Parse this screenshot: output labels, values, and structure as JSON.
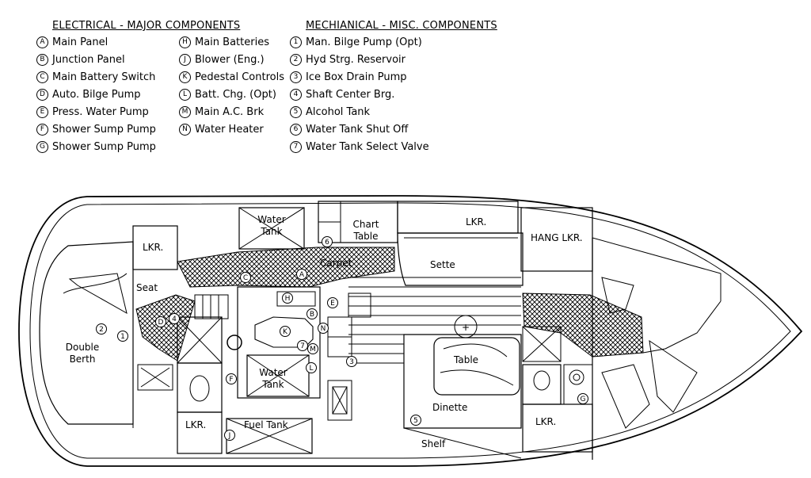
{
  "legend": {
    "electrical_title": "ELECTRICAL - MAJOR COMPONENTS",
    "mechanical_title": "MECHIANICAL - MISC. COMPONENTS",
    "electrical_col1": [
      {
        "code": "A",
        "label": "Main Panel"
      },
      {
        "code": "B",
        "label": "Junction Panel"
      },
      {
        "code": "C",
        "label": "Main Battery Switch"
      },
      {
        "code": "D",
        "label": "Auto. Bilge Pump"
      },
      {
        "code": "E",
        "label": "Press. Water Pump"
      },
      {
        "code": "F",
        "label": "Shower Sump Pump"
      },
      {
        "code": "G",
        "label": "Shower Sump Pump"
      }
    ],
    "electrical_col2": [
      {
        "code": "H",
        "label": "Main Batteries"
      },
      {
        "code": "J",
        "label": "Blower (Eng.)"
      },
      {
        "code": "K",
        "label": "Pedestal Controls"
      },
      {
        "code": "L",
        "label": "Batt. Chg. (Opt)"
      },
      {
        "code": "M",
        "label": "Main A.C. Brk"
      },
      {
        "code": "N",
        "label": "Water Heater"
      }
    ],
    "mechanical": [
      {
        "code": "1",
        "label": "Man. Bilge Pump (Opt)"
      },
      {
        "code": "2",
        "label": "Hyd Strg. Reservoir"
      },
      {
        "code": "3",
        "label": "Ice Box Drain Pump"
      },
      {
        "code": "4",
        "label": "Shaft Center Brg."
      },
      {
        "code": "5",
        "label": "Alcohol Tank"
      },
      {
        "code": "6",
        "label": "Water Tank Shut Off"
      },
      {
        "code": "7",
        "label": "Water Tank Select Valve"
      }
    ]
  },
  "plan": {
    "labels": {
      "water_tank_top": "Water Tank",
      "chart_table": "Chart Table",
      "lkr_top": "LKR.",
      "hang_lkr": "HANG LKR.",
      "lkr_left": "LKR.",
      "carpet": "Carpet",
      "sette": "Sette",
      "seat": "Seat",
      "double_berth": "Double Berth",
      "water_tank_mid": "Water Tank",
      "table": "Table",
      "dinette": "Dinette",
      "lkr_bottom_left": "LKR.",
      "fuel_tank": "Fuel Tank",
      "lkr_bottom_right": "LKR.",
      "shelf": "Shelf"
    },
    "markers": {
      "A": "A",
      "B": "B",
      "C": "C",
      "D": "D",
      "E": "E",
      "F": "F",
      "G": "G",
      "H": "H",
      "J": "J",
      "K": "K",
      "L": "L",
      "M": "M",
      "N": "N",
      "m1": "1",
      "m2": "2",
      "m3": "3",
      "m4": "4",
      "m5": "5",
      "m6": "6",
      "m7": "7"
    }
  }
}
